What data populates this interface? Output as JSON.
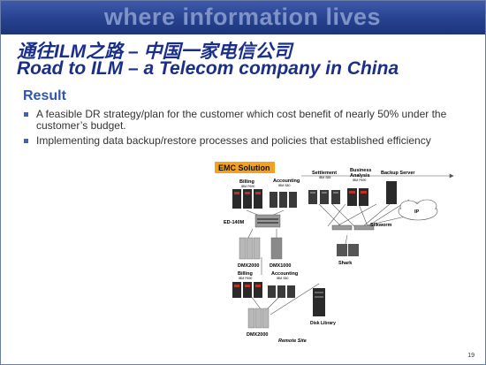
{
  "banner": {
    "tagline": "where information lives"
  },
  "title": {
    "cn": "通往ILM之路 – 中国一家电信公司",
    "en": "Road to ILM –  a Telecom company in China"
  },
  "section": {
    "heading": "Result"
  },
  "bullets": [
    "A feasible DR strategy/plan for the customer which cost benefit of nearly 50% under the customer’s budget.",
    "Implementing data backup/restore processes and policies that established efficiency"
  ],
  "diagram": {
    "solution_label": "EMC Solution",
    "top": {
      "billing": "Billing",
      "billing_sub": "IBM P690",
      "accounting": "Accounting",
      "accounting_sub": "IBM S80",
      "settlement": "Settlement",
      "settlement_sub": "IBM S85",
      "business": "Business",
      "analysis": "Analysis",
      "analysis_sub": "IBM P690",
      "backup_server": "Backup Server"
    },
    "mid": {
      "ed": "ED-140M",
      "silkworm": "Silkworm",
      "ip": "IP",
      "dmx2000": "DMX2000",
      "dmx1000": "DMX1000",
      "shark": "Shark"
    },
    "remote": {
      "billing": "Billing",
      "billing_sub": "IBM P690",
      "accounting": "Accounting",
      "accounting_sub": "IBM S80",
      "dmx2000": "DMX2000",
      "remote_site": "Remote Site",
      "disk_library": "Disk Library"
    },
    "colors": {
      "solution_bg": "#f4a21e",
      "server": "#2a2a2a",
      "storage": "#b8b8b8"
    }
  },
  "page_number": "19"
}
